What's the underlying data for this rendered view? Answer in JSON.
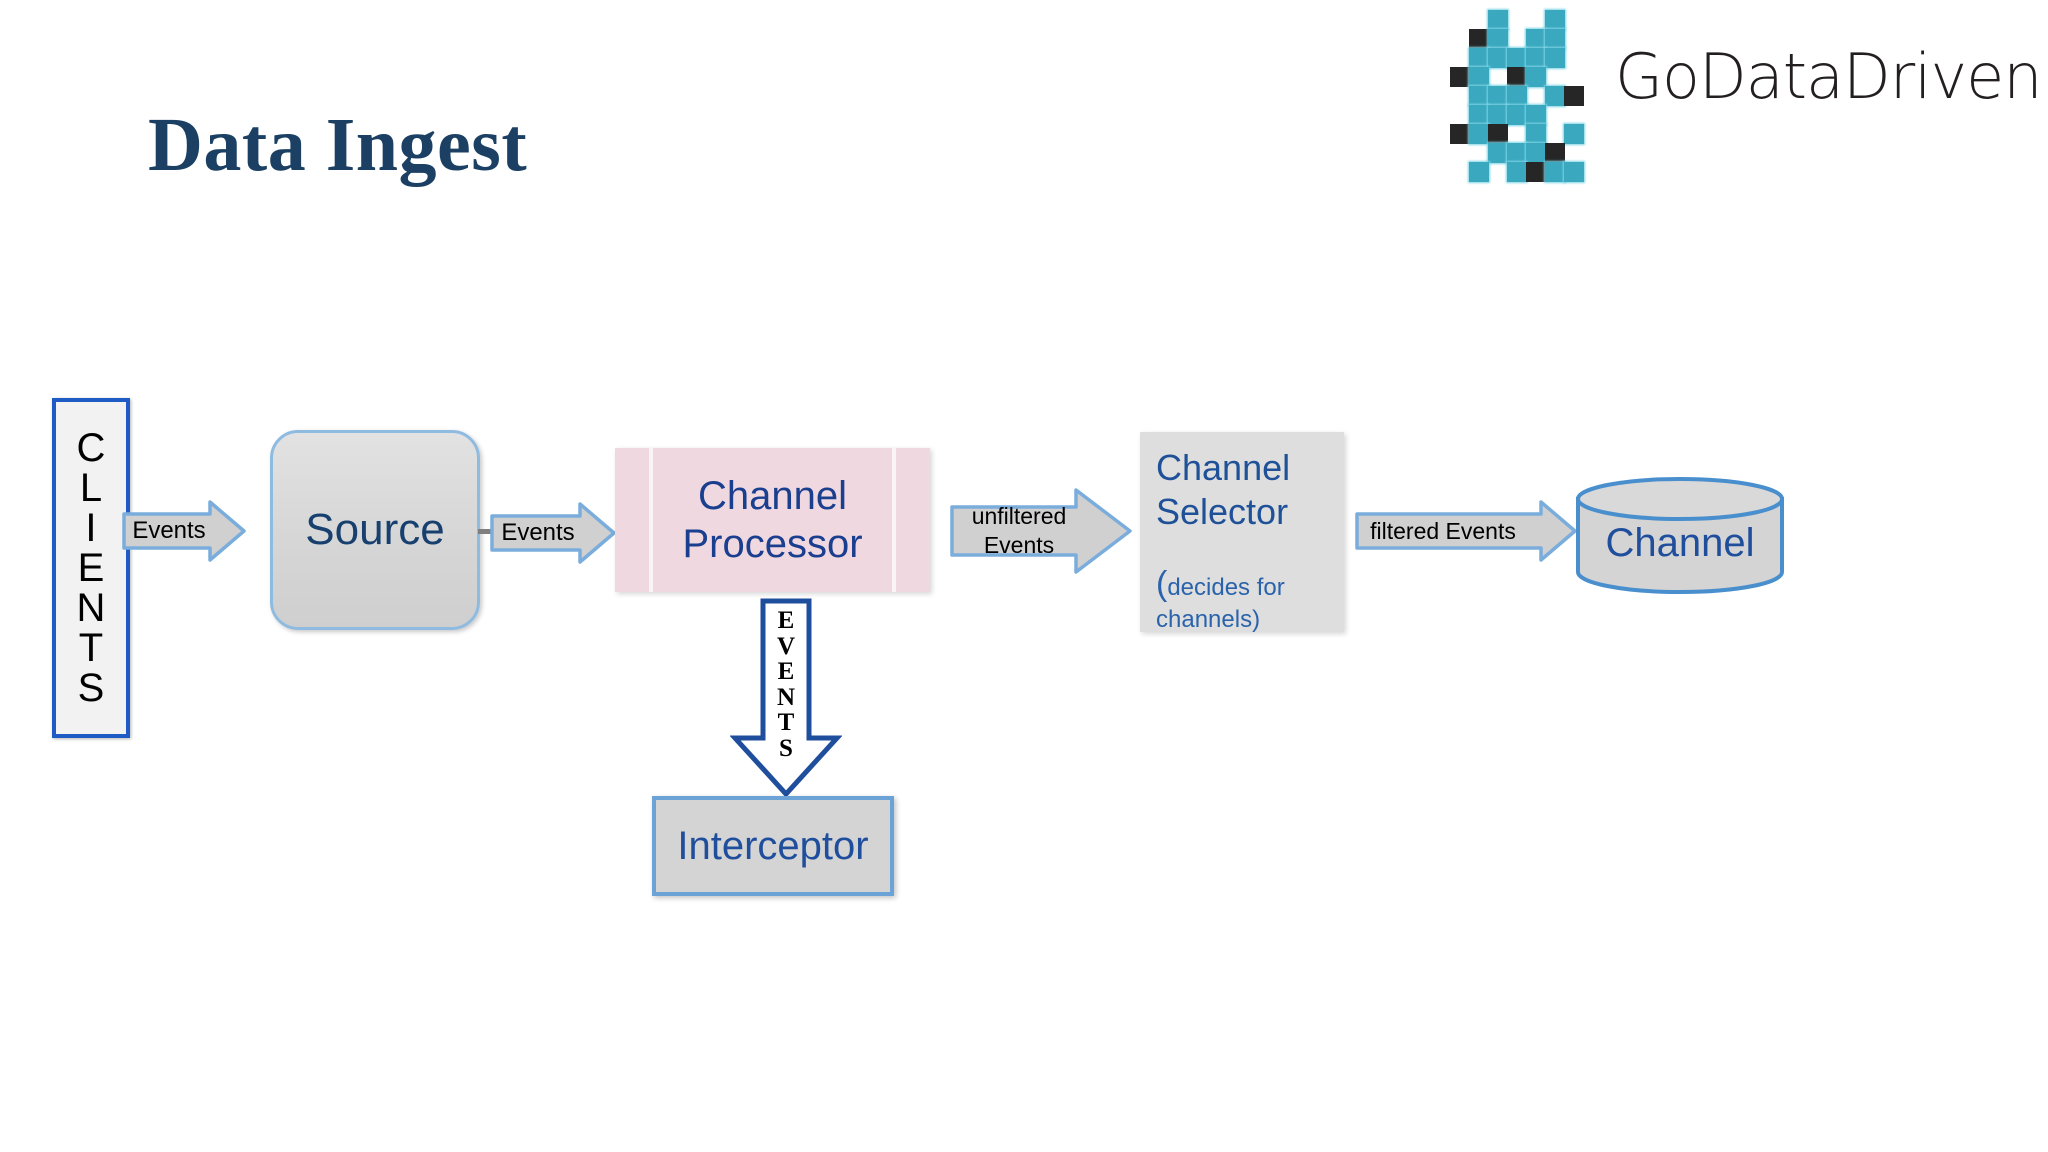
{
  "slide": {
    "title": "Data Ingest",
    "title_color": "#1b4063",
    "background_color": "#ffffff"
  },
  "brand": {
    "wordmark": "GoDataDriven",
    "logo_icon": "pixel-grid-logo",
    "teal_color": "#3aa8bf",
    "dark_color": "#262626",
    "logo_cells": [
      {
        "col": 2,
        "row": 0,
        "tone": "teal"
      },
      {
        "col": 5,
        "row": 0,
        "tone": "teal"
      },
      {
        "col": 1,
        "row": 1,
        "tone": "dark"
      },
      {
        "col": 2,
        "row": 1,
        "tone": "teal"
      },
      {
        "col": 4,
        "row": 1,
        "tone": "teal"
      },
      {
        "col": 5,
        "row": 1,
        "tone": "teal"
      },
      {
        "col": 1,
        "row": 2,
        "tone": "teal"
      },
      {
        "col": 2,
        "row": 2,
        "tone": "teal"
      },
      {
        "col": 3,
        "row": 2,
        "tone": "teal"
      },
      {
        "col": 4,
        "row": 2,
        "tone": "teal"
      },
      {
        "col": 5,
        "row": 2,
        "tone": "teal"
      },
      {
        "col": 0,
        "row": 3,
        "tone": "dark"
      },
      {
        "col": 1,
        "row": 3,
        "tone": "teal"
      },
      {
        "col": 3,
        "row": 3,
        "tone": "dark"
      },
      {
        "col": 4,
        "row": 3,
        "tone": "teal"
      },
      {
        "col": 1,
        "row": 4,
        "tone": "teal"
      },
      {
        "col": 2,
        "row": 4,
        "tone": "teal"
      },
      {
        "col": 3,
        "row": 4,
        "tone": "teal"
      },
      {
        "col": 5,
        "row": 4,
        "tone": "teal"
      },
      {
        "col": 6,
        "row": 4,
        "tone": "dark"
      },
      {
        "col": 1,
        "row": 5,
        "tone": "teal"
      },
      {
        "col": 2,
        "row": 5,
        "tone": "teal"
      },
      {
        "col": 3,
        "row": 5,
        "tone": "teal"
      },
      {
        "col": 4,
        "row": 5,
        "tone": "teal"
      },
      {
        "col": 0,
        "row": 6,
        "tone": "dark"
      },
      {
        "col": 1,
        "row": 6,
        "tone": "teal"
      },
      {
        "col": 2,
        "row": 6,
        "tone": "dark"
      },
      {
        "col": 4,
        "row": 6,
        "tone": "teal"
      },
      {
        "col": 6,
        "row": 6,
        "tone": "teal"
      },
      {
        "col": 2,
        "row": 7,
        "tone": "teal"
      },
      {
        "col": 3,
        "row": 7,
        "tone": "teal"
      },
      {
        "col": 4,
        "row": 7,
        "tone": "teal"
      },
      {
        "col": 5,
        "row": 7,
        "tone": "dark"
      },
      {
        "col": 1,
        "row": 8,
        "tone": "teal"
      },
      {
        "col": 3,
        "row": 8,
        "tone": "teal"
      },
      {
        "col": 4,
        "row": 8,
        "tone": "dark"
      },
      {
        "col": 5,
        "row": 8,
        "tone": "teal"
      },
      {
        "col": 6,
        "row": 8,
        "tone": "teal"
      }
    ]
  },
  "diagram": {
    "type": "flow-diagram",
    "nodes": {
      "clients": {
        "label_letters": [
          "C",
          "L",
          "I",
          "E",
          "N",
          "T",
          "S"
        ],
        "label": "CLIENTS",
        "shape": "vertical-rect",
        "fill": "#f2f2f2",
        "border": "#1f5bc4",
        "text_color": "#000000"
      },
      "source": {
        "label": "Source",
        "shape": "rounded-rect",
        "fill": "#d6d6d6",
        "border": "#8fbbe0",
        "text_color": "#17406e"
      },
      "channel_processor": {
        "label": "Channel\nProcessor",
        "shape": "predefined-process",
        "fill": "#f0d8e0",
        "text_color": "#1b3f8f"
      },
      "interceptor": {
        "label": "Interceptor",
        "shape": "rect",
        "fill": "#d4d4d4",
        "border": "#6ba3d6",
        "text_color": "#1f4e9c"
      },
      "channel_selector": {
        "title": "Channel\nSelector",
        "subtitle_paren": "(",
        "subtitle": "decides for\nchannels)",
        "shape": "rect",
        "fill": "#dedede",
        "text_color": "#1f5198"
      },
      "channel": {
        "label": "Channel",
        "shape": "cylinder",
        "fill": "#d4d4d4",
        "border": "#4a8fcd",
        "text_color": "#1f4e9c"
      }
    },
    "arrows": {
      "clients_to_source": {
        "label": "Events",
        "direction": "right",
        "fill": "#d0d0d0",
        "border": "#7aaddc"
      },
      "source_to_processor": {
        "label": "Events",
        "direction": "right",
        "fill": "#d0d0d0",
        "border": "#7aaddc"
      },
      "processor_to_selector": {
        "label": "unfiltered\nEvents",
        "direction": "right",
        "fill": "#d0d0d0",
        "border": "#7aaddc"
      },
      "selector_to_channel": {
        "label": "filtered Events",
        "direction": "right",
        "fill": "#d0d0d0",
        "border": "#7aaddc"
      },
      "processor_to_interceptor": {
        "label": "EVENTS",
        "label_letters": [
          "E",
          "V",
          "E",
          "N",
          "T",
          "S"
        ],
        "direction": "down",
        "fill": "#ffffff",
        "border": "#1f4e9c"
      }
    }
  }
}
